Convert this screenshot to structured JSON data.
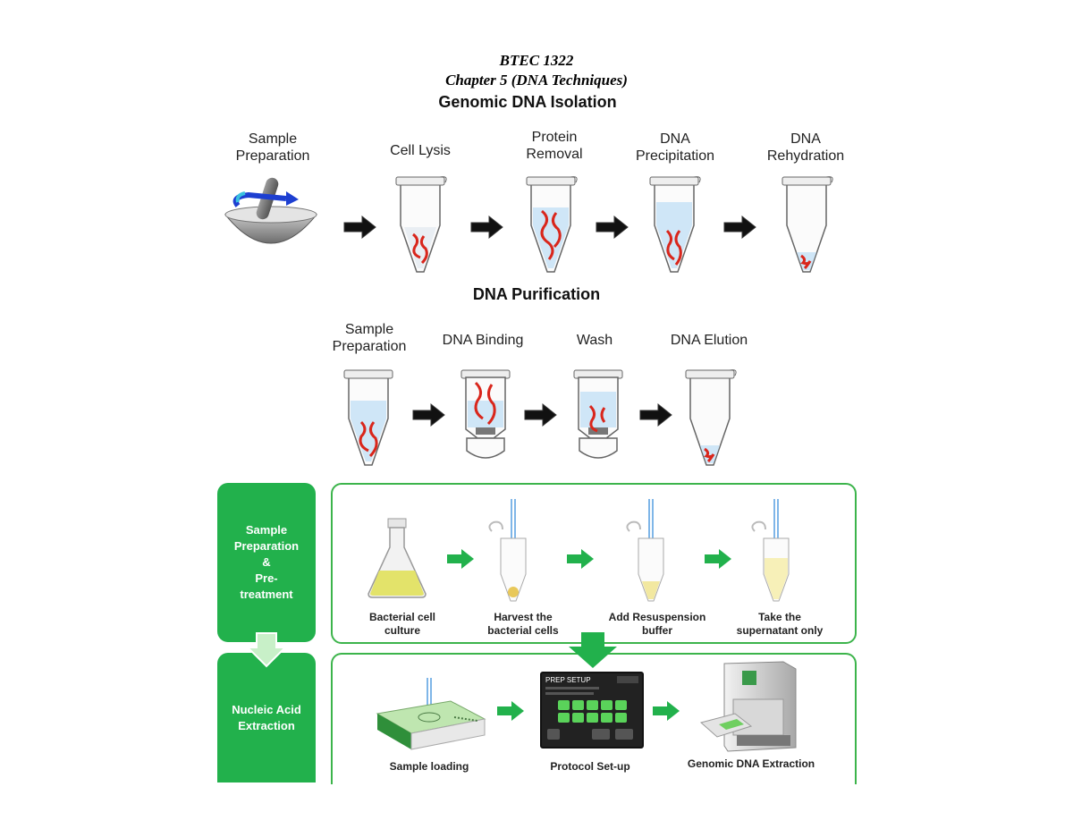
{
  "header": {
    "course": "BTEC 1322",
    "chapter": "Chapter 5 (DNA Techniques)"
  },
  "isolation": {
    "title": "Genomic DNA Isolation",
    "steps": [
      {
        "label": "Sample\nPreparation"
      },
      {
        "label": "Cell Lysis"
      },
      {
        "label": "Protein\nRemoval"
      },
      {
        "label": "DNA\nPrecipitation"
      },
      {
        "label": "DNA\nRehydration"
      }
    ]
  },
  "purification": {
    "title": "DNA Purification",
    "steps": [
      {
        "label": "Sample\nPreparation"
      },
      {
        "label": "DNA Binding"
      },
      {
        "label": "Wash"
      },
      {
        "label": "DNA Elution"
      }
    ]
  },
  "workflow": {
    "stage1": {
      "label": "Sample\nPreparation\n&\nPre-\ntreatment",
      "captions": [
        "Bacterial cell\nculture",
        "Harvest the\nbacterial cells",
        "Add Resuspension\nbuffer",
        "Take the\nsupernatant only"
      ]
    },
    "stage2": {
      "label": "Nucleic Acid\nExtraction",
      "captions": [
        "Sample loading",
        "Protocol Set-up",
        "Genomic DNA Extraction"
      ],
      "screen_title": "PREP SETUP"
    }
  },
  "colors": {
    "green": "#22b14c",
    "arrow_black": "#111111",
    "dna_red": "#d9261c",
    "liquid_blue": "#cfe6f7"
  }
}
